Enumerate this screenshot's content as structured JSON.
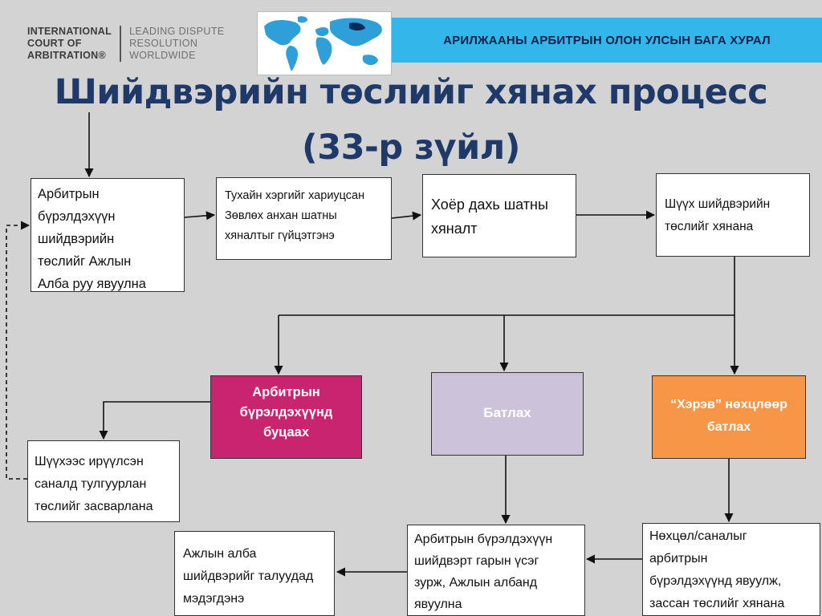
{
  "header": {
    "logo_left_lines": [
      "INTERNATIONAL",
      "COURT OF",
      "ARBITRATION®"
    ],
    "logo_right_lines": [
      "LEADING DISPUTE",
      "RESOLUTION",
      "WORLDWIDE"
    ],
    "banner": "АРИЛЖААНЫ АРБИТРЫН ОЛОН УЛСЫН БАГА ХУРАЛ"
  },
  "title": {
    "line1": "Шийдвэрийн төслийг хянах процесс",
    "line2": "(33-р зүйл)"
  },
  "colors": {
    "background": "#d3d3d3",
    "banner": "#33b7ea",
    "title": "#1f3a68",
    "return_box": "#c8246f",
    "approve_box": "#ccc2da",
    "conditional_box": "#f79646"
  },
  "diagram": {
    "submit_draft": [
      "Арбитрын",
      "бүрэлдэхүүн",
      "шийдвэрийн",
      "төслийг Ажлын",
      "Алба руу явуулна"
    ],
    "counsel_review": [
      "Тухайн хэргийг хариуцсан",
      "Зөвлөх анхан шатны",
      "хяналтыг гүйцэтгэнэ"
    ],
    "second_review": [
      "Хоёр дахь шатны",
      "хяналт"
    ],
    "court_review": [
      "Шүүх шийдвэрийн",
      "төслийг хянана"
    ],
    "return_to_tribunal": [
      "Арбитрын",
      "бүрэлдэхүүнд",
      "буцаах"
    ],
    "approve": "Батлах",
    "conditional_approve": [
      "“Хэрэв” нөхцлөөр",
      "батлах"
    ],
    "revise_draft": [
      "Шүүхээс ирүүлсэн",
      "саналд  тулгуурлан",
      "төслийг засварлана"
    ],
    "notify_parties": [
      "Ажлын алба",
      "шийдвэрийг талуудад",
      "мэдэгдэнэ"
    ],
    "sign_award": [
      "Арбитрын бүрэлдэхүүн",
      "шийдвэрт гарын үсэг",
      "зурж, Ажлын албанд",
      "явуулна"
    ],
    "send_conditions": [
      "Нөхцөл/саналыг",
      "арбитрын",
      "бүрэлдэхүүнд явуулж,",
      "зассан төслийг хянана"
    ]
  }
}
